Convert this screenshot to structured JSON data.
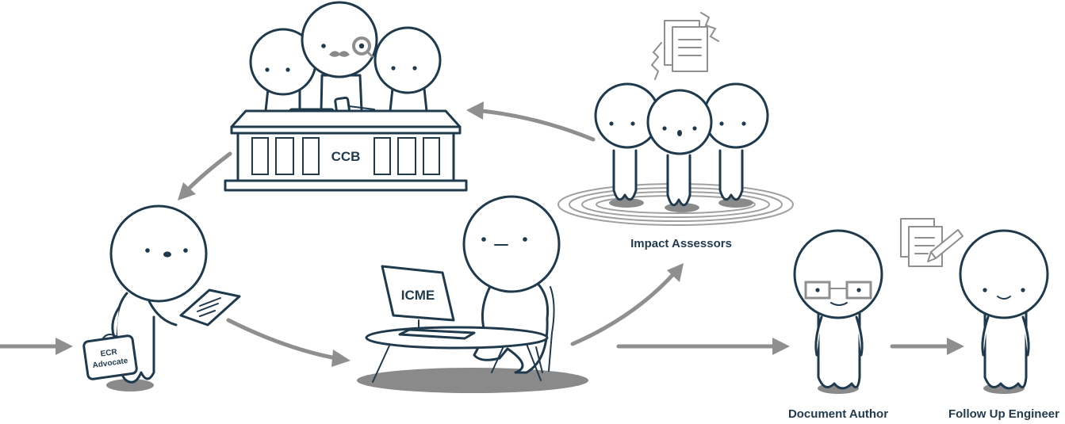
{
  "labels": {
    "ccb": "CCB",
    "icme": "ICME",
    "ecr_line1": "ECR",
    "ecr_line2": "Advocate",
    "impact_assessors": "Impact Assessors",
    "document_author": "Document Author",
    "follow_up_engineer": "Follow Up Engineer"
  },
  "colors": {
    "ink": "#1f3a4d",
    "arrow": "#8f8f8f",
    "shadow": "#8a8a8a"
  },
  "icons": [
    "gavel-icon",
    "magnifier-icon",
    "document-icon",
    "pencil-icon"
  ]
}
